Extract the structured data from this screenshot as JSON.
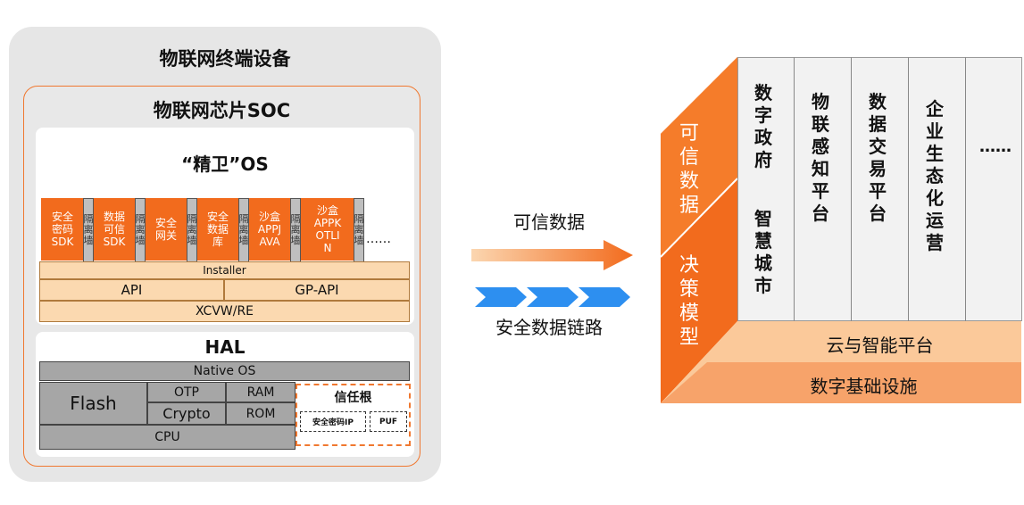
{
  "device": {
    "title": "物联网终端设备",
    "soc_title": "物联网芯片SOC",
    "os_title": "“精卫”OS",
    "apps": [
      "安全密码SDK",
      "数据可信SDK",
      "安全网关",
      "安全数据库",
      "沙盒APPJAVA",
      "沙盒APPKOTLIN"
    ],
    "firewall": "隔离墙",
    "ellipsis": "……",
    "installer": "Installer",
    "api": "API",
    "gp_api": "GP-API",
    "xcvw": "XCVW/RE",
    "hal_title": "HAL",
    "native_os": "Native OS",
    "flash": "Flash",
    "otp": "OTP",
    "ram": "RAM",
    "crypto": "Crypto",
    "rom": "ROM",
    "cpu": "CPU",
    "root_of_trust": "信任根",
    "security_ip": "安全密码IP",
    "puf": "PUF"
  },
  "middle": {
    "trusted_data": "可信数据",
    "secure_link": "安全数据链路"
  },
  "cloud": {
    "left_top": "可信数据",
    "left_bottom": "决策模型",
    "apps": [
      "数字政府",
      "智慧城市",
      "物联感知平台",
      "数据交易平台",
      "企业生态化运营",
      "……"
    ],
    "platform": "云与智能平台",
    "infrastructure": "数字基础设施"
  },
  "colors": {
    "orange": "#f26b1d",
    "peach": "#fbd9b0",
    "gray": "#a6a6a6",
    "arrow_blue": "#2d8ff0"
  }
}
